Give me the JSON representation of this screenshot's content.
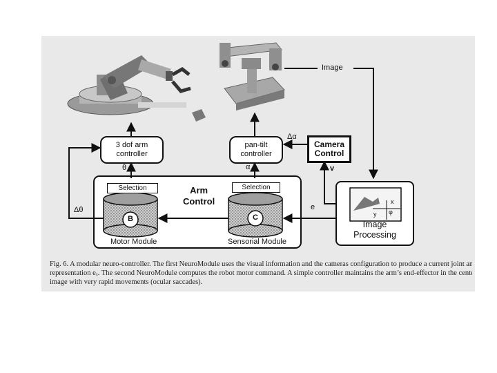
{
  "diagram": {
    "image_label": "Image",
    "delta_alpha": "Δα",
    "camera_control": [
      "Camera",
      "Control"
    ],
    "v_label": "v",
    "arm_controller": [
      "3 dof arm",
      "controller"
    ],
    "pantilt_controller": [
      "pan-tilt",
      "controller"
    ],
    "theta": "θ",
    "alpha": "α",
    "selection_left": "Selection",
    "selection_right": "Selection",
    "arm_control": [
      "Arm",
      "Control"
    ],
    "delta_theta": "Δθ",
    "e_label": "e",
    "module_b": "B",
    "module_c": "C",
    "motor_module": "Motor Module",
    "sensorial_module": "Sensorial Module",
    "image_processing": [
      "Image",
      "Processing"
    ],
    "inset_x": "x",
    "inset_y": "y",
    "inset_phi": "φ"
  },
  "caption": {
    "line1": "Fig. 6. A modular neuro-controller. The first NeuroModule uses the visual information and the cameras configuration to produce a current joint angle invariant",
    "line2": "representation eₓ. The second NeuroModule computes the robot motor command. A simple controller maintains the arm’s end-effector in the center of the",
    "line3": "image with very rapid movements (ocular saccades)."
  }
}
